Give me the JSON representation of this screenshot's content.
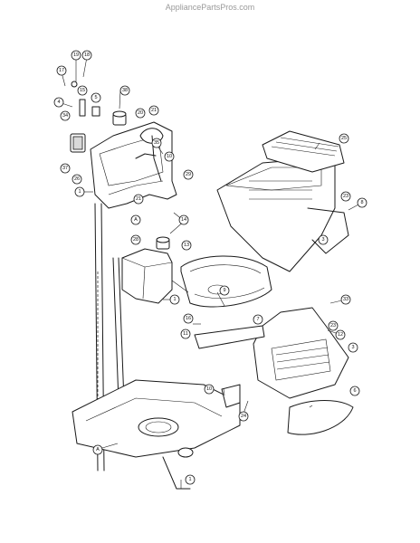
{
  "watermark": "AppliancePartsPros.com",
  "callouts": [
    {
      "label": "17"
    },
    {
      "label": "19"
    },
    {
      "label": "18"
    },
    {
      "label": "4"
    },
    {
      "label": "15"
    },
    {
      "label": "5"
    },
    {
      "label": "38"
    },
    {
      "label": "20"
    },
    {
      "label": "21"
    },
    {
      "label": "34"
    },
    {
      "label": "35"
    },
    {
      "label": "10"
    },
    {
      "label": "37"
    },
    {
      "label": "29"
    },
    {
      "label": "26"
    },
    {
      "label": "1"
    },
    {
      "label": "21"
    },
    {
      "label": "A"
    },
    {
      "label": "14"
    },
    {
      "label": "13"
    },
    {
      "label": "28"
    },
    {
      "label": "1"
    },
    {
      "label": "9"
    },
    {
      "label": "16"
    },
    {
      "label": "7"
    },
    {
      "label": "11"
    },
    {
      "label": "25"
    },
    {
      "label": "23"
    },
    {
      "label": "8"
    },
    {
      "label": "3"
    },
    {
      "label": "33"
    },
    {
      "label": "12"
    },
    {
      "label": "23"
    },
    {
      "label": "3"
    },
    {
      "label": "10"
    },
    {
      "label": "24"
    },
    {
      "label": "6"
    },
    {
      "label": "A"
    },
    {
      "label": "1"
    }
  ]
}
